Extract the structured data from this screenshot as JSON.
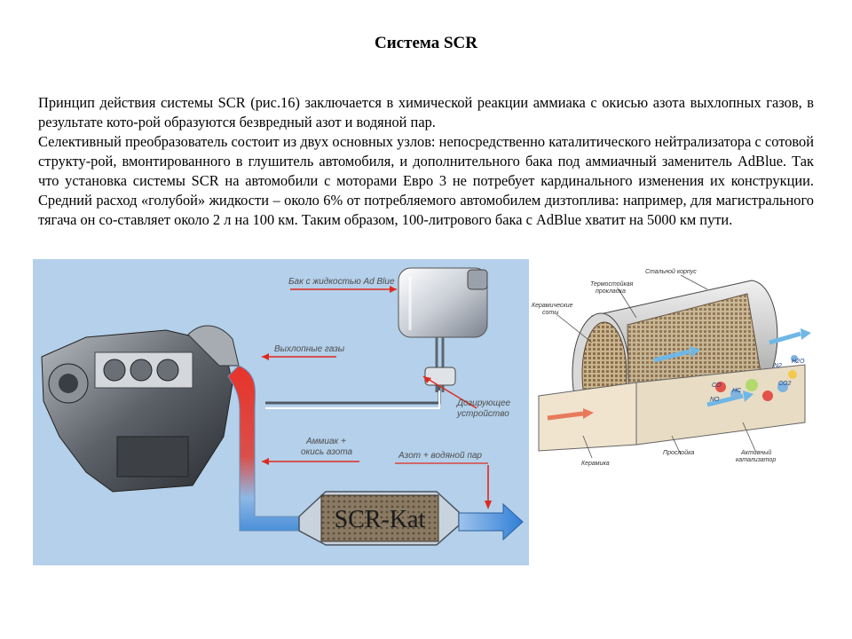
{
  "title": "Система SCR",
  "paragraphs": [
    "Принцип действия системы SCR (рис.16) заключается в химической реакции аммиака с окисью азота выхлопных газов, в результате кото-рой образуются безвредный азот и водяной пар.",
    "Селективный преобразователь состоит из двух основных узлов: непосредственно каталитического нейтрализатора с сотовой структу-рой, вмонтированного в глушитель автомобиля, и дополнительного бака под аммиачный заменитель AdBlue. Так что установка системы SCR на автомобили с моторами Евро 3 не потребует кардинального изменения их конструкции. Средний расход «голубой» жидкости – около 6% от потребляемого автомобилем дизтоплива: например, для магистрального тягача он со-ставляет около 2 л на 100 км. Таким образом, 100-литрового бака с AdBlue хватит на 5000 км пути."
  ],
  "figure_left": {
    "labels": {
      "tank": "Бак с жидкостью Ad Blue",
      "exhaust": "Выхлопные газы",
      "dosing_1": "Дозирующее",
      "dosing_2": "устройство",
      "ammonia_1": "Аммиак +",
      "ammonia_2": "окись азота",
      "nitrogen": "Азот + водяной пар",
      "catalyst": "SCR-Kat"
    }
  },
  "figure_right": {
    "labels": {
      "steel_case": "Стальной корпус",
      "thermo_1": "Термостойкая",
      "thermo_2": "прокладка",
      "honeycomb_1": "Керамические",
      "honeycomb_2": "соты",
      "ceramics": "Керамика",
      "layer": "Прослойка",
      "active_1": "Активный",
      "active_2": "катализатор",
      "chem_n2": "N2",
      "chem_h2o": "H2O",
      "chem_co": "CO",
      "chem_hc": "HC",
      "chem_no": "NO",
      "chem_co2": "CO2"
    }
  }
}
